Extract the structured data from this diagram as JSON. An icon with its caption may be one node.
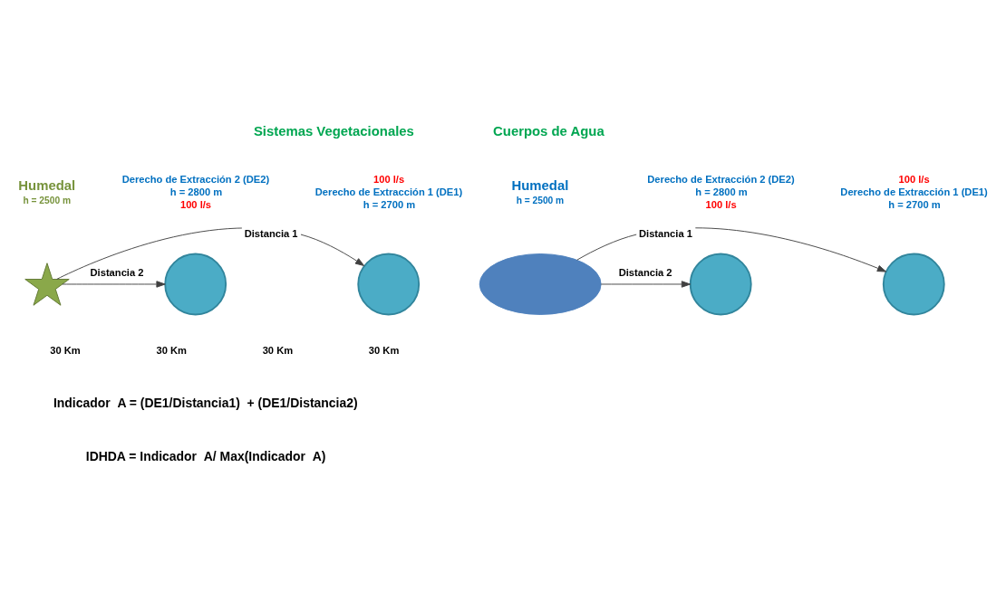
{
  "diagram": {
    "nodes": [
      {
        "text": [],
        "shape": "star",
        "beside": [
          "Humedal",
          "h = 2500 m"
        ]
      },
      {
        "text": [],
        "shape": "circle",
        "beside": [
          "Derecho de Extracción 2 (DE2)",
          "h = 2800 m",
          "100 l/s"
        ]
      },
      {
        "text": [],
        "shape": "circle",
        "beside": [
          "100 l/s",
          "Derecho de Extracción 1 (DE1)",
          "h = 2700 m"
        ]
      },
      {
        "text": [],
        "shape": "cloud",
        "beside": [
          "Humedal",
          "h = 2500 m"
        ]
      },
      {
        "text": [],
        "shape": "circle",
        "beside": [
          "Derecho de Extracción 2 (DE2)",
          "h = 2800 m",
          "100 l/s"
        ]
      },
      {
        "text": [],
        "shape": "circle",
        "beside": [
          "100 l/s",
          "Derecho de Extracción 1 (DE1)",
          "h = 2700 m"
        ]
      }
    ],
    "edges": [
      {
        "from": 0,
        "to": 1,
        "arrow": "to",
        "label": "Distancia 2"
      },
      {
        "from": 0,
        "to": 2,
        "arrow": "to",
        "label": "Distancia 1"
      },
      {
        "from": 3,
        "to": 4,
        "arrow": "to",
        "label": "Distancia 2"
      },
      {
        "from": 3,
        "to": 5,
        "arrow": "to",
        "label": "Distancia 1"
      }
    ],
    "labels": [
      "Sistemas Vegetacionales",
      "30 Km",
      "30 Km",
      "Cuerpos de Agua",
      "30 Km",
      "30 Km",
      "Indicador  A = (DE1/Distancia1)  + (DE1/Distancia2)",
      "IDHDA = Indicador  A/ Max(Indicador  A)"
    ]
  }
}
